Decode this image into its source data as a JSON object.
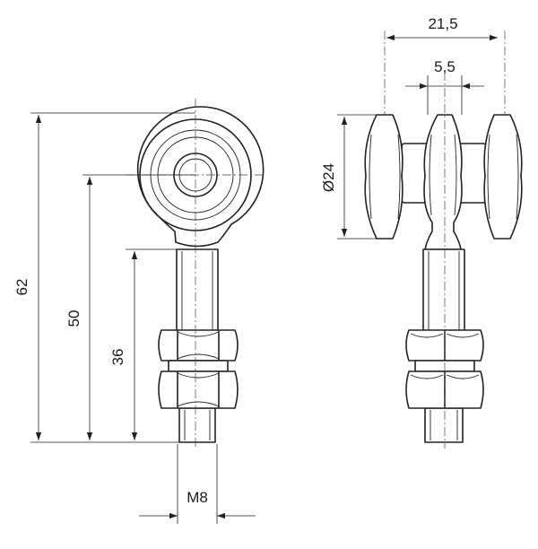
{
  "dimensions": {
    "total_height": "62",
    "eye_center_height": "50",
    "shank_height": "36",
    "thread": "M8",
    "overall_width": "21,5",
    "hub_width": "5,5",
    "wheel_diameter": "Ø24"
  },
  "colors": {
    "line": "#222222",
    "background": "#ffffff"
  }
}
